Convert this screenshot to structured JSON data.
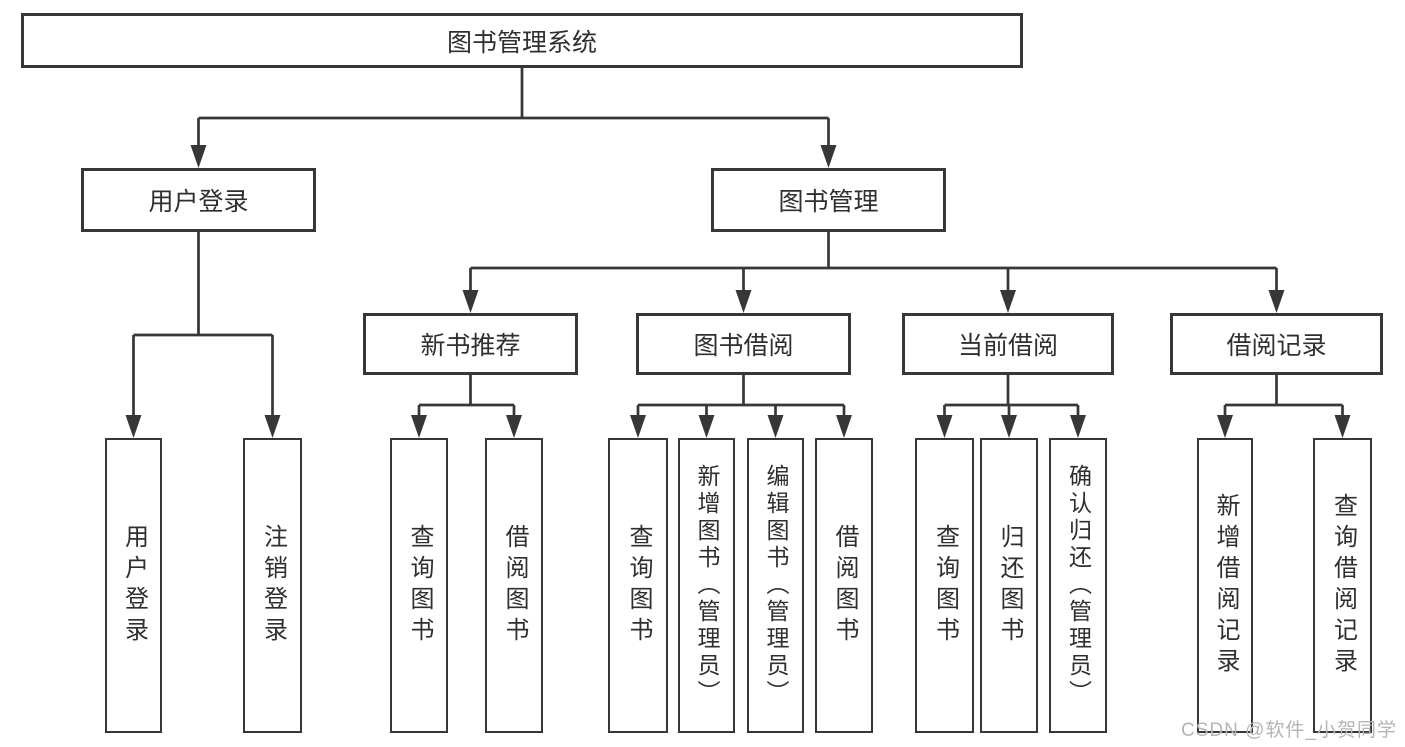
{
  "diagram": {
    "root": {
      "label": "图书管理系统"
    },
    "children": [
      {
        "label": "用户登录",
        "children": [
          {
            "label": "用户登录"
          },
          {
            "label": "注销登录"
          }
        ]
      },
      {
        "label": "图书管理",
        "children": [
          {
            "label": "新书推荐",
            "children": [
              {
                "label": "查询图书"
              },
              {
                "label": "借阅图书"
              }
            ]
          },
          {
            "label": "图书借阅",
            "children": [
              {
                "label": "查询图书"
              },
              {
                "label": "新增图书（管理员）"
              },
              {
                "label": "编辑图书（管理员）"
              },
              {
                "label": "借阅图书"
              }
            ]
          },
          {
            "label": "当前借阅",
            "children": [
              {
                "label": "查询图书"
              },
              {
                "label": "归还图书"
              },
              {
                "label": "确认归还（管理员）"
              }
            ]
          },
          {
            "label": "借阅记录",
            "children": [
              {
                "label": "新增借阅记录"
              },
              {
                "label": "查询借阅记录"
              }
            ]
          }
        ]
      }
    ]
  },
  "watermark": {
    "text": "CSDN @软件_小贺同学"
  },
  "colors": {
    "line": "#373737",
    "text": "#2f2f2f",
    "watermark": "#b5b5b5",
    "background": "#ffffff"
  }
}
